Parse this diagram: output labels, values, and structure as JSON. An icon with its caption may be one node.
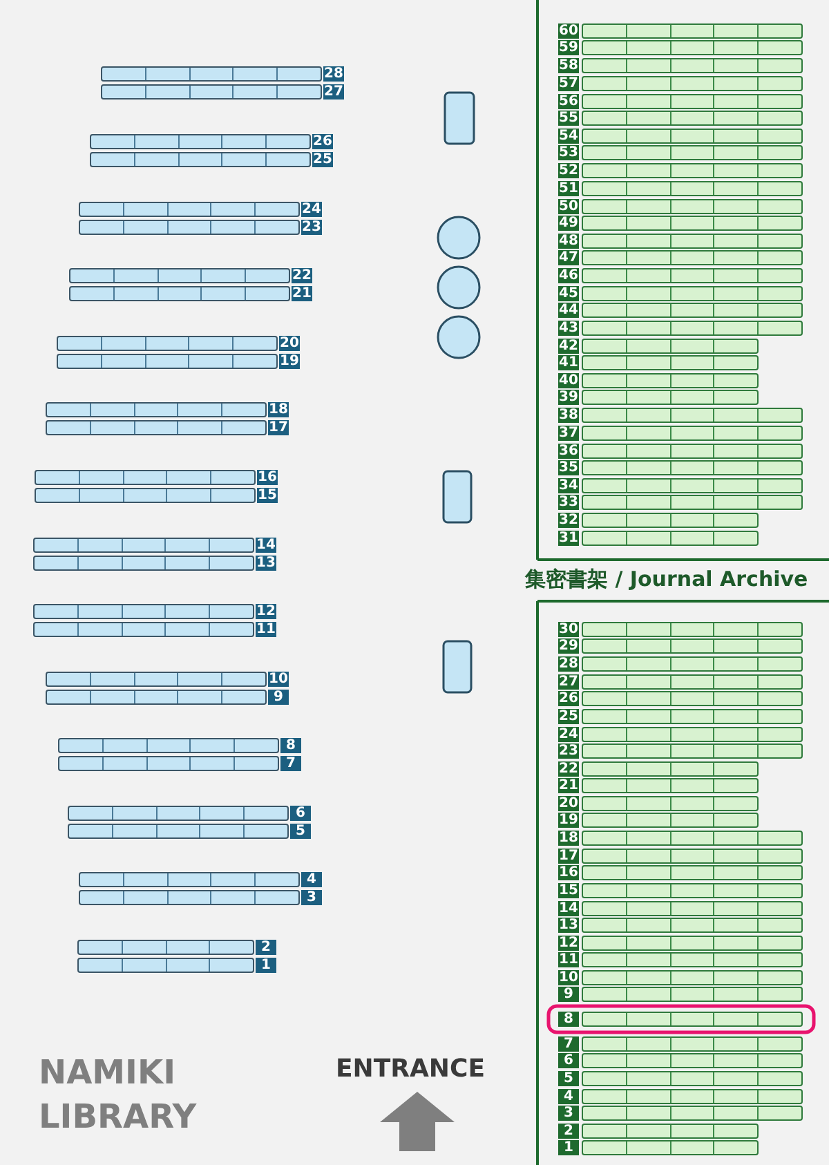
{
  "diagram": {
    "nodes": [
      {
        "text": [
          "28"
        ]
      },
      {
        "text": [
          "27"
        ]
      },
      {
        "text": [
          "26"
        ]
      },
      {
        "text": [
          "25"
        ]
      },
      {
        "text": [
          "24"
        ]
      },
      {
        "text": [
          "23"
        ]
      },
      {
        "text": [
          "22"
        ]
      },
      {
        "text": [
          "21"
        ]
      },
      {
        "text": [
          "20"
        ]
      },
      {
        "text": [
          "19"
        ]
      },
      {
        "text": [
          "18"
        ]
      },
      {
        "text": [
          "17"
        ]
      },
      {
        "text": [
          "16"
        ]
      },
      {
        "text": [
          "15"
        ]
      },
      {
        "text": [
          "14"
        ]
      },
      {
        "text": [
          "13"
        ]
      },
      {
        "text": [
          "12"
        ]
      },
      {
        "text": [
          "11"
        ]
      },
      {
        "text": [
          "10"
        ]
      },
      {
        "text": [
          "9"
        ]
      },
      {
        "text": [
          "8"
        ]
      },
      {
        "text": [
          "7"
        ]
      },
      {
        "text": [
          "6"
        ]
      },
      {
        "text": [
          "5"
        ]
      },
      {
        "text": [
          "4"
        ]
      },
      {
        "text": [
          "3"
        ]
      },
      {
        "text": [
          "2"
        ]
      },
      {
        "text": [
          "1"
        ]
      },
      {
        "text": [
          "60"
        ]
      },
      {
        "text": [
          "59"
        ]
      },
      {
        "text": [
          "58"
        ]
      },
      {
        "text": [
          "57"
        ]
      },
      {
        "text": [
          "56"
        ]
      },
      {
        "text": [
          "55"
        ]
      },
      {
        "text": [
          "54"
        ]
      },
      {
        "text": [
          "53"
        ]
      },
      {
        "text": [
          "52"
        ]
      },
      {
        "text": [
          "51"
        ]
      },
      {
        "text": [
          "50"
        ]
      },
      {
        "text": [
          "49"
        ]
      },
      {
        "text": [
          "48"
        ]
      },
      {
        "text": [
          "47"
        ]
      },
      {
        "text": [
          "46"
        ]
      },
      {
        "text": [
          "45"
        ]
      },
      {
        "text": [
          "44"
        ]
      },
      {
        "text": [
          "43"
        ]
      },
      {
        "text": [
          "42"
        ]
      },
      {
        "text": [
          "41"
        ]
      },
      {
        "text": [
          "40"
        ]
      },
      {
        "text": [
          "39"
        ]
      },
      {
        "text": [
          "38"
        ]
      },
      {
        "text": [
          "37"
        ]
      },
      {
        "text": [
          "36"
        ]
      },
      {
        "text": [
          "35"
        ]
      },
      {
        "text": [
          "34"
        ]
      },
      {
        "text": [
          "33"
        ]
      },
      {
        "text": [
          "32"
        ]
      },
      {
        "text": [
          "31"
        ]
      },
      {
        "text": [
          "30"
        ]
      },
      {
        "text": [
          "29"
        ]
      },
      {
        "text": [
          "28"
        ]
      },
      {
        "text": [
          "27"
        ]
      },
      {
        "text": [
          "26"
        ]
      },
      {
        "text": [
          "25"
        ]
      },
      {
        "text": [
          "24"
        ]
      },
      {
        "text": [
          "23"
        ]
      },
      {
        "text": [
          "22"
        ]
      },
      {
        "text": [
          "21"
        ]
      },
      {
        "text": [
          "20"
        ]
      },
      {
        "text": [
          "19"
        ]
      },
      {
        "text": [
          "18"
        ]
      },
      {
        "text": [
          "17"
        ]
      },
      {
        "text": [
          "16"
        ]
      },
      {
        "text": [
          "15"
        ]
      },
      {
        "text": [
          "14"
        ]
      },
      {
        "text": [
          "13"
        ]
      },
      {
        "text": [
          "12"
        ]
      },
      {
        "text": [
          "11"
        ]
      },
      {
        "text": [
          "10"
        ]
      },
      {
        "text": [
          "9"
        ]
      },
      {
        "text": [
          "8"
        ]
      },
      {
        "text": [
          "7"
        ]
      },
      {
        "text": [
          "6"
        ]
      },
      {
        "text": [
          "5"
        ]
      },
      {
        "text": [
          "4"
        ]
      },
      {
        "text": [
          "3"
        ]
      },
      {
        "text": [
          "2"
        ]
      },
      {
        "text": [
          "1"
        ]
      }
    ],
    "labels": [
      "集密書架 / Journal Archive",
      "NAMIKI LIBRARY",
      "ENTRANCE"
    ]
  }
}
